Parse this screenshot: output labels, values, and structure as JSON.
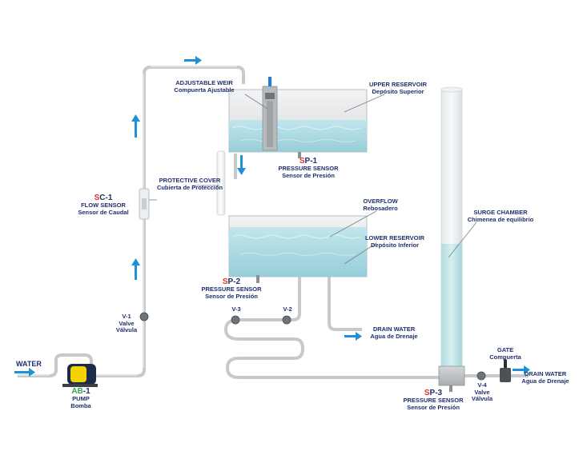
{
  "inlet": {
    "label": "WATER"
  },
  "pump": {
    "code_prefix": "AB",
    "code_suffix": "-1",
    "name_en": "PUMP",
    "name_es": "Bomba"
  },
  "valve_v1": {
    "code": "V-1",
    "name_en": "Valve",
    "name_es": "Válvula"
  },
  "flow_sensor": {
    "code_prefix": "S",
    "code_suffix": "C-1",
    "name_en": "FLOW SENSOR",
    "name_es": "Sensor de Caudal"
  },
  "protective_cover": {
    "name_en": "PROTECTIVE COVER",
    "name_es": "Cubierta de Protección"
  },
  "weir": {
    "name_en": "ADJUSTABLE WEIR",
    "name_es": "Compuerta Ajustable"
  },
  "upper_reservoir": {
    "name_en": "UPPER RESERVOIR",
    "name_es": "Depósito Superior"
  },
  "sp1": {
    "code_prefix": "S",
    "code_suffix": "P-1",
    "name_en": "PRESSURE SENSOR",
    "name_es": "Sensor de Presión"
  },
  "overflow": {
    "name_en": "OVERFLOW",
    "name_es": "Rebosadero"
  },
  "lower_reservoir": {
    "name_en": "LOWER RESERVOIR",
    "name_es": "Depósito Inferior"
  },
  "sp2": {
    "code_prefix": "S",
    "code_suffix": "P-2",
    "name_en": "PRESSURE SENSOR",
    "name_es": "Sensor de Presión"
  },
  "valve_v3": {
    "code": "V-3"
  },
  "valve_v2": {
    "code": "V-2"
  },
  "drain_middle": {
    "name_en": "DRAIN WATER",
    "name_es": "Agua de Drenaje"
  },
  "surge_chamber": {
    "name_en": "SURGE CHAMBER",
    "name_es": "Chimenea de equilibrio"
  },
  "sp3": {
    "code_prefix": "S",
    "code_suffix": "P-3",
    "name_en": "PRESSURE SENSOR",
    "name_es": "Sensor de Presión"
  },
  "valve_v4": {
    "code": "V-4",
    "name_en": "Valve",
    "name_es": "Válvula"
  },
  "gate": {
    "name_en": "GATE",
    "name_es": "Compuerta"
  },
  "drain_right": {
    "name_en": "DRAIN WATER",
    "name_es": "Agua de Drenaje"
  },
  "colors": {
    "label": "#1f2f6e",
    "code_red": "#e0312b",
    "code_green": "#2da84a",
    "arrow": "#1e90d8",
    "water": "#a9dbe3",
    "pipe": "#c8ccd0"
  }
}
